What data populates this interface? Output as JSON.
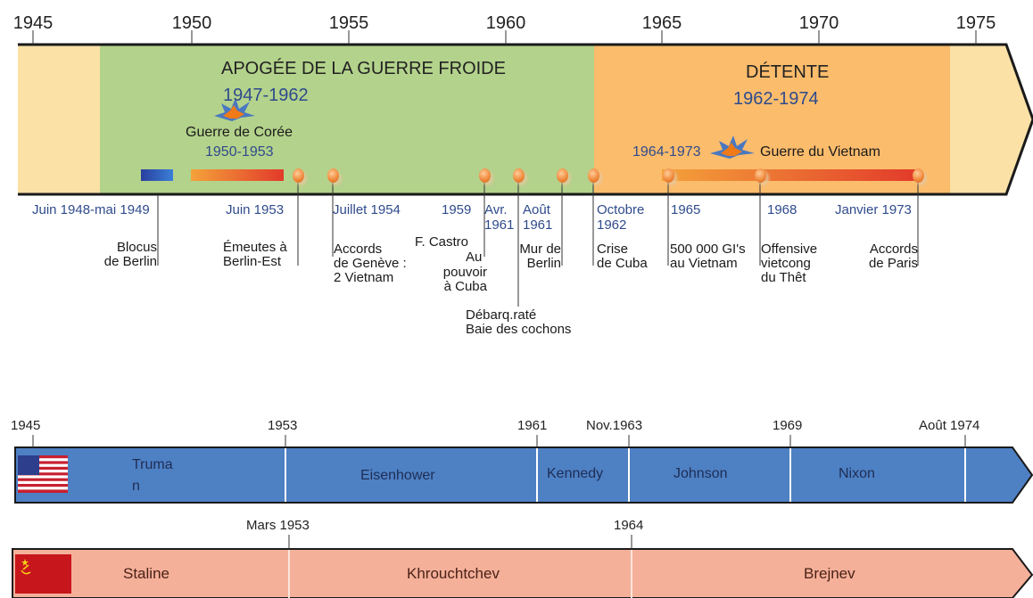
{
  "years": [
    "1945",
    "1950",
    "1955",
    "1960",
    "1965",
    "1970",
    "1975"
  ],
  "periods": {
    "cold_war": {
      "title": "APOGÉE DE  LA GUERRE FROIDE",
      "range": "1947-1962"
    },
    "detente": {
      "title": "DÉTENTE",
      "range": "1962-1974"
    }
  },
  "korea": {
    "label": "Guerre de Corée",
    "range": "1950-1953"
  },
  "vietnam": {
    "label": "Guerre du Vietnam",
    "range": "1964-1973"
  },
  "date_labels": {
    "berlin": "Juin 1948-mai 1949",
    "juin1953": "Juin 1953",
    "juillet1954": "Juillet 1954",
    "y1959": "1959",
    "avr1961_a": "Avr.",
    "avr1961_b": "1961",
    "aout1961_a": "Août",
    "aout1961_b": "1961",
    "oct1962_a": "Octobre",
    "oct1962_b": "1962",
    "y1965": "1965",
    "y1968": "1968",
    "janv1973": "Janvier 1973"
  },
  "events": {
    "blocus": "Blocus\nde Berlin",
    "emeutes": "Émeutes à\nBerlin-Est",
    "geneve": "Accords\nde Genève :\n2 Vietnam",
    "castro_a": "F. Castro",
    "castro_b": "Au",
    "castro_c": "pouvoir\nà Cuba",
    "cochons": "Débarq.raté\nBaie des cochons",
    "mur": "Mur de\nBerlin",
    "cuba": "Crise\nde Cuba",
    "gis": "500 000 GI's\nau Vietnam",
    "thet": "Offensive\nvietcong\ndu Thêt",
    "paris": "Accords\nde Paris"
  },
  "us_ticks": [
    "1945",
    "1953",
    "1961",
    "Nov.1963",
    "1969",
    "Août 1974"
  ],
  "presidents": {
    "truman_a": "Truma",
    "truman_b": "n",
    "eisenhower": "Eisenhower",
    "kennedy": "Kennedy",
    "johnson": "Johnson",
    "nixon": "Nixon"
  },
  "ussr_ticks": [
    "Mars 1953",
    "1964"
  ],
  "leaders": {
    "staline": "Staline",
    "khrouchtchev": "Khrouchtchev",
    "brejnev": "Brejnev"
  },
  "colors": {
    "pre": "#fbe1a6",
    "cold_war": "#b3d28b",
    "detente": "#fbbc6c",
    "us_bar": "#4e80c4",
    "ussr_bar": "#f5b09a",
    "soviet_red": "#c8161d"
  }
}
